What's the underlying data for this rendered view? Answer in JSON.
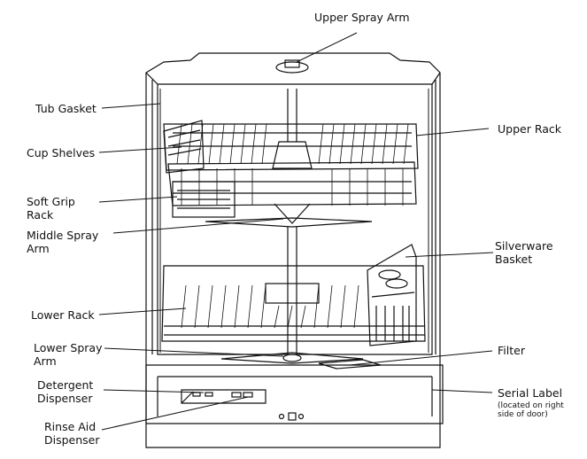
{
  "labels": {
    "upper_spray_arm": "Upper Spray Arm",
    "tub_gasket": "Tub Gasket",
    "upper_rack": "Upper Rack",
    "cup_shelves": "Cup Shelves",
    "soft_grip_rack_1": "Soft Grip",
    "soft_grip_rack_2": "Rack",
    "middle_spray_arm_1": "Middle Spray",
    "middle_spray_arm_2": "Arm",
    "silverware_basket_1": "Silverware",
    "silverware_basket_2": "Basket",
    "lower_rack": "Lower Rack",
    "lower_spray_arm_1": "Lower Spray",
    "lower_spray_arm_2": "Arm",
    "filter": "Filter",
    "detergent_dispenser_1": "Detergent",
    "detergent_dispenser_2": "Dispenser",
    "serial_label": "Serial Label",
    "serial_label_note_1": "(located on right",
    "serial_label_note_2": "side of door)",
    "rinse_aid_dispenser_1": "Rinse Aid",
    "rinse_aid_dispenser_2": "Dispenser"
  }
}
